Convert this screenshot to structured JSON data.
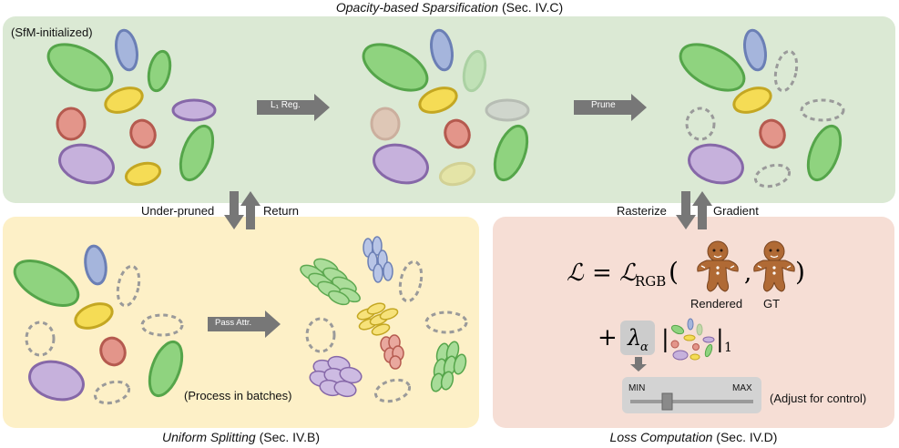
{
  "top_panel": {
    "title_italic": "Opacity-based Sparsification",
    "title_ref": "(Sec. IV.C)",
    "init_label": "(SfM-initialized)",
    "arrow1_label": "L₁ Reg.",
    "arrow2_label": "Prune"
  },
  "links": {
    "left_down": "Under-pruned",
    "left_up": "Return",
    "right_down": "Rasterize",
    "right_up": "Gradient"
  },
  "split_panel": {
    "title_italic": "Uniform Splitting",
    "title_ref": "(Sec. IV.B)",
    "arrow_label": "Pass Attr.",
    "batch_note": "(Process in batches)"
  },
  "loss_panel": {
    "title_italic": "Loss Computation",
    "title_ref": "(Sec. IV.D)",
    "rendered_label": "Rendered",
    "gt_label": "GT",
    "slider_min": "MIN",
    "slider_max": "MAX",
    "slider_value": 0.3,
    "adjust_note": "(Adjust for control)"
  },
  "colors": {
    "green_fill": "#8fd37f",
    "green_stroke": "#55a54a",
    "blue_fill": "#a5b5dc",
    "blue_stroke": "#6b7fb5",
    "yellow_fill": "#f5dc55",
    "yellow_stroke": "#c4a722",
    "red_fill": "#e3958a",
    "red_stroke": "#b55a4f",
    "purple_fill": "#c6b1dc",
    "purple_stroke": "#8668a8",
    "pruned_stroke": "#9a9a9a"
  }
}
